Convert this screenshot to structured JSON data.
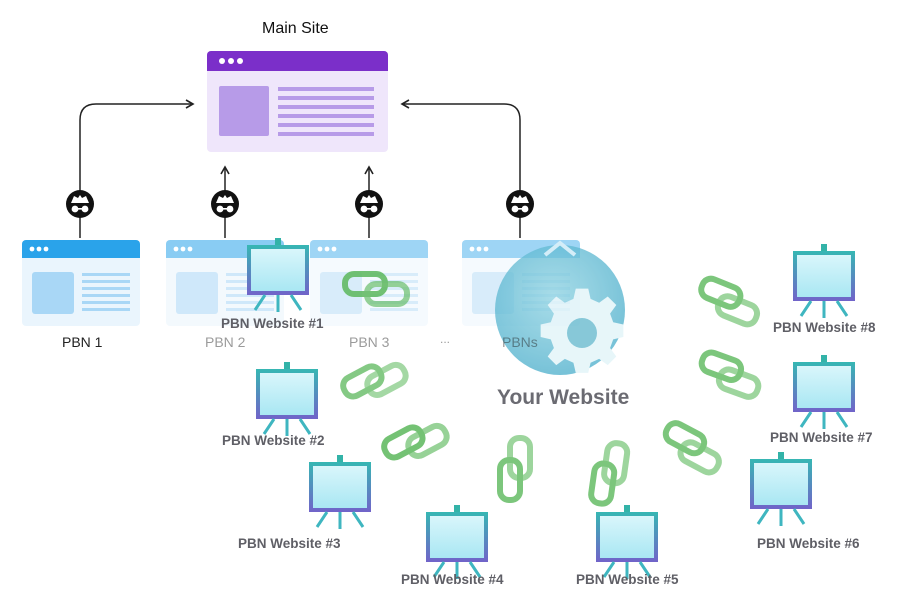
{
  "main_site": {
    "title": "Main Site"
  },
  "pbn_row": {
    "labels": [
      "PBN 1",
      "PBN 2",
      "PBN 3",
      "...",
      "PBNs"
    ]
  },
  "center": {
    "label": "Your Website"
  },
  "websites": [
    "PBN Website #1",
    "PBN Website #2",
    "PBN Website #3",
    "PBN Website #4",
    "PBN Website #5",
    "PBN Website #6",
    "PBN Website #7",
    "PBN Website #8"
  ],
  "colors": {
    "main_header": "#7b2fc9",
    "main_body": "#efe6fb",
    "main_accent": "#b79be8",
    "pbn_header": "#2aa3ea",
    "pbn_body": "#eaf5fd",
    "pbn_accent": "#a9d7f6",
    "chain_green": "#5cb85c",
    "screen_teal": "#3eb8b0",
    "hub_blue": "#5bb9cf"
  },
  "icons": {
    "pbn_badge": "spy-icon",
    "hub": "gear-icon",
    "site_node": "screen-easel-icon",
    "connector": "chain-link-icon"
  }
}
